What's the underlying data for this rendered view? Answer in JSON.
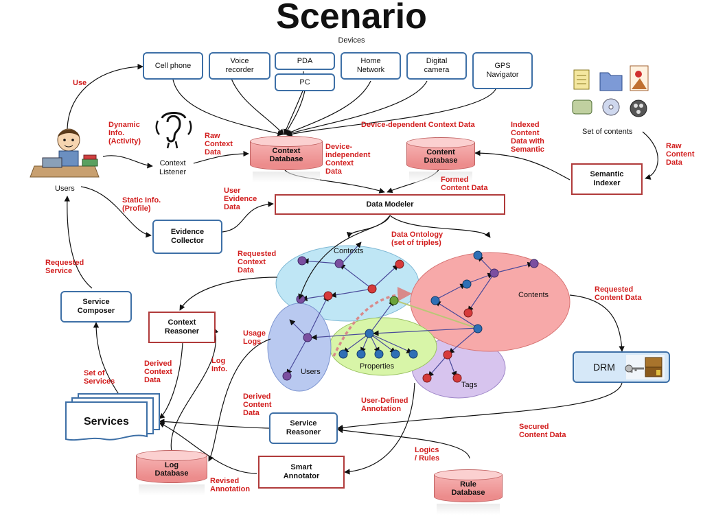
{
  "title": "Scenario",
  "devices_caption": "Devices",
  "devices": {
    "cell_phone": "Cell phone",
    "voice_recorder": "Voice\nrecorder",
    "pda": "PDA",
    "pc": "PC",
    "home_network": "Home\nNetwork",
    "digital_camera": "Digital\ncamera",
    "gps_navigator": "GPS\nNavigator"
  },
  "actors": {
    "users": "Users",
    "context_listener": "Context\nListener",
    "set_of_contents": "Set of contents"
  },
  "databases": {
    "context": "Context\nDatabase",
    "content": "Content\nDatabase",
    "log": "Log\nDatabase",
    "rule": "Rule\nDatabase"
  },
  "components": {
    "semantic_indexer": "Semantic\nIndexer",
    "data_modeler": "Data Modeler",
    "evidence_collector": "Evidence\nCollector",
    "service_composer": "Service\nComposer",
    "context_reasoner": "Context\nReasoner",
    "services": "Services",
    "service_reasoner": "Service\nReasoner",
    "smart_annotator": "Smart\nAnnotator",
    "drm": "DRM"
  },
  "ontology": {
    "contexts": "Contexts",
    "contents": "Contents",
    "users": "Users",
    "properties": "Properties",
    "tags": "Tags"
  },
  "flow_labels": {
    "use": "Use",
    "dynamic_info": "Dynamic\nInfo.\n(Activity)",
    "raw_context_data": "Raw\nContext\nData",
    "device_independent": "Device-\nindependent\nContext\nData",
    "device_dependent": "Device-dependent Context Data",
    "indexed_content": "Indexed\nContent\nData with\nSemantic",
    "raw_content_data": "Raw\nContent\nData",
    "formed_content_data": "Formed\nContent Data",
    "static_info": "Static Info.\n(Profile)",
    "user_evidence_data": "User\nEvidence\nData",
    "data_ontology": "Data Ontology\n(set of triples)",
    "requested_context_data": "Requested\nContext\nData",
    "requested_service": "Requested\nService",
    "requested_content_data": "Requested\nContent Data",
    "usage_logs": "Usage\nLogs",
    "log_info": "Log\nInfo.",
    "derived_context_data": "Derived\nContext\nData",
    "set_of_services": "Set of\nServices",
    "derived_content_data": "Derived\nContent\nData",
    "user_defined_annotation": "User-Defined\nAnnotation",
    "secured_content_data": "Secured\nContent Data",
    "logics_rules": "Logics\n/ Rules",
    "revised_annotation": "Revised\nAnnotation"
  },
  "icons": {
    "user_at_desk": "user-at-desk-icon",
    "ear_listener": "ear-listener-icon",
    "drm_key_chest": "key-chest-icon",
    "content_files": [
      "document-icon",
      "folder-icon",
      "image-icon",
      "scroll-icon",
      "music-disc-icon",
      "film-reel-icon"
    ]
  },
  "colors": {
    "label_red": "#d21e1e",
    "box_blue": "#3d6fa6",
    "box_red": "#b03a3a",
    "db_pink": "#ec8c8c",
    "contexts_fill": "#bfe6f5",
    "contents_fill": "#f7a9a9",
    "users_fill": "#b9c9f0",
    "properties_fill": "#d8f5a8",
    "tags_fill": "#d7c4ee"
  }
}
